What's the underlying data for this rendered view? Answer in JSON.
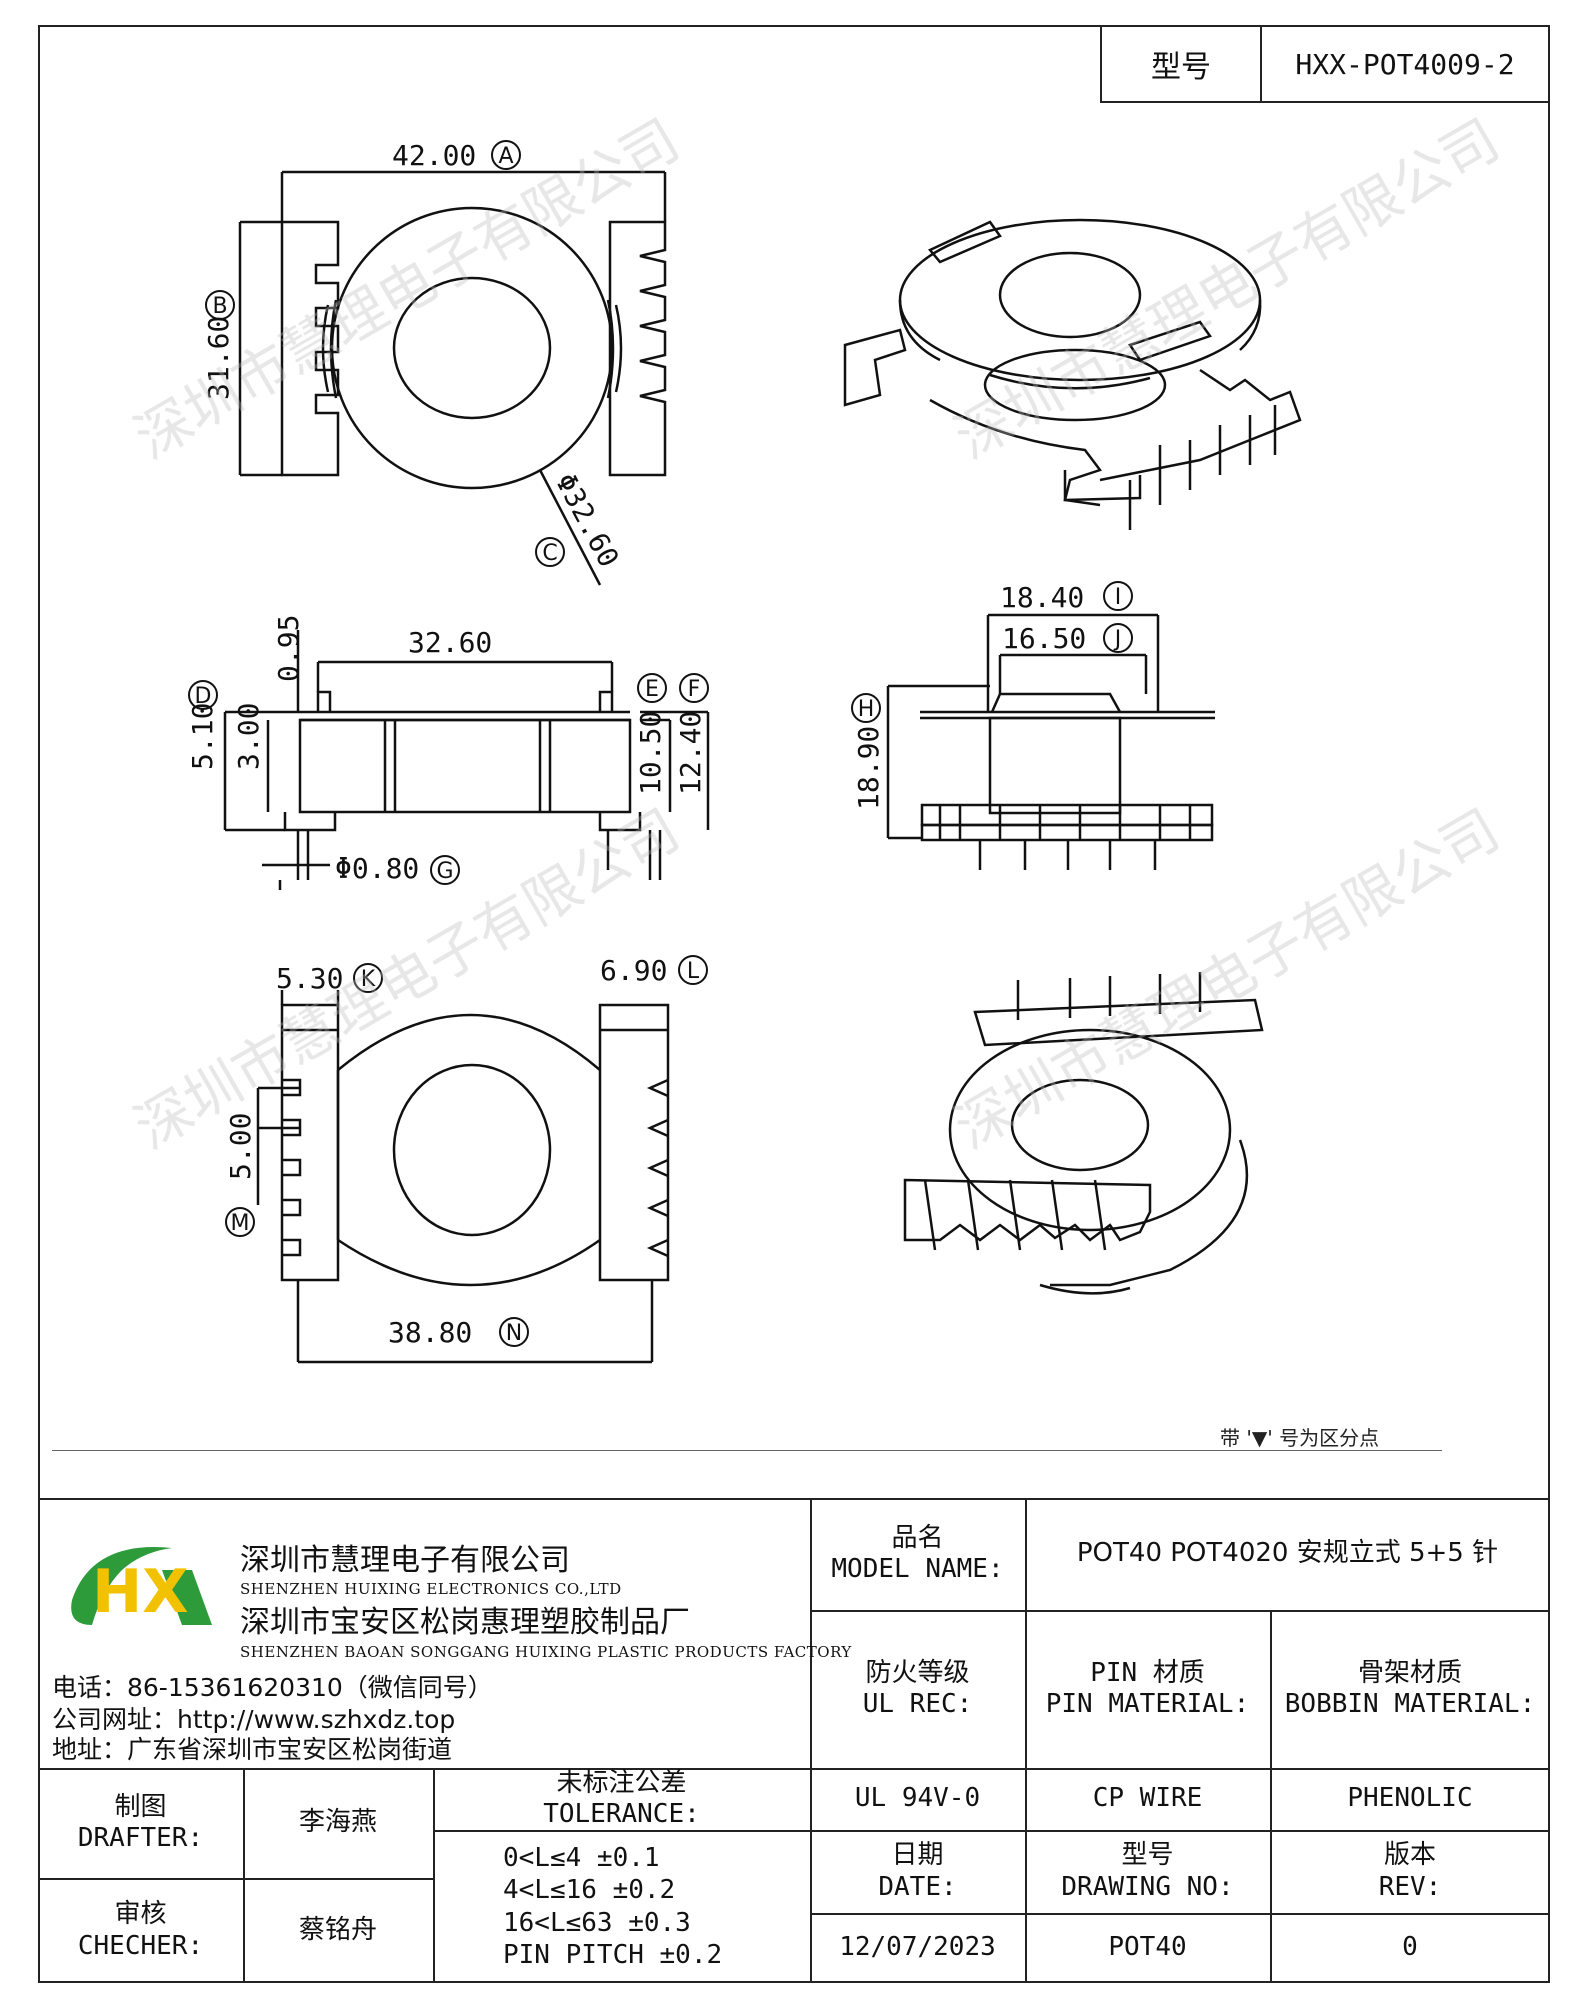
{
  "header": {
    "model_label": "型号",
    "model_value": "HXX-POT4009-2"
  },
  "dimensions": {
    "a": "42.00",
    "a_letter": "A",
    "b": "31.60",
    "b_letter": "B",
    "c": "Φ32.60",
    "c_letter": "C",
    "d": "5.10",
    "d_letter": "D",
    "d2": "3.00",
    "d3": "0.95",
    "e_width": "32.60",
    "e_letter": "E",
    "f_letter": "F",
    "h1": "10.50",
    "h2": "12.40",
    "g": "Φ0.80",
    "g_letter": "G",
    "i": "18.40",
    "i_letter": "I",
    "j": "16.50",
    "j_letter": "J",
    "h": "18.90",
    "h_letter": "H",
    "k": "5.30",
    "k_letter": "K",
    "l": "6.90",
    "l_letter": "L",
    "m": "5.00",
    "m_letter": "M",
    "n": "38.80",
    "n_letter": "N"
  },
  "watermark": "深圳市慧理电子有限公司",
  "note": "带 '▼' 号为区分点",
  "company": {
    "name_cn": "深圳市慧理电子有限公司",
    "name_en": "SHENZHEN HUIXING ELECTRONICS CO.,LTD",
    "factory_cn": "深圳市宝安区松岗惠理塑胶制品厂",
    "factory_en": "SHENZHEN BAOAN SONGGANG HUIXING PLASTIC PRODUCTS FACTORY",
    "phone": "电话：86-15361620310（微信同号）",
    "website": "公司网址：http://www.szhxdz.top",
    "address": "地址：广东省深圳市宝安区松岗街道",
    "logo_letters": "HX",
    "colors": {
      "green": "#2e9b3a",
      "yellow": "#f2c200"
    }
  },
  "titleblock": {
    "model_name_cn": "品名",
    "model_name_en": "MODEL NAME:",
    "model_name_value": "POT40 POT4020 安规立式 5+5 针",
    "ul_cn": "防火等级",
    "ul_en": "UL REC:",
    "pin_cn": "PIN 材质",
    "pin_en": "PIN MATERIAL:",
    "bobbin_cn": "骨架材质",
    "bobbin_en": "BOBBIN MATERIAL:",
    "ul_value": "UL 94V-0",
    "pin_value": "CP WIRE",
    "bobbin_value": "PHENOLIC",
    "drafter_cn": "制图",
    "drafter_en": "DRAFTER:",
    "drafter_name": "李海燕",
    "checker_cn": "审核",
    "checker_en": "CHECHER:",
    "checker_name": "蔡铭舟",
    "tolerance_cn": "未标注公差",
    "tolerance_en": "TOLERANCE:",
    "tolerances": [
      "0<L≤4  ±0.1",
      "4<L≤16  ±0.2",
      "16<L≤63  ±0.3",
      "PIN PITCH  ±0.2"
    ],
    "date_cn": "日期",
    "date_en": "DATE:",
    "date_value": "12/07/2023",
    "drawing_cn": "型号",
    "drawing_en": "DRAWING NO:",
    "drawing_value": "POT40",
    "rev_cn": "版本",
    "rev_en": "REV:",
    "rev_value": "0"
  }
}
